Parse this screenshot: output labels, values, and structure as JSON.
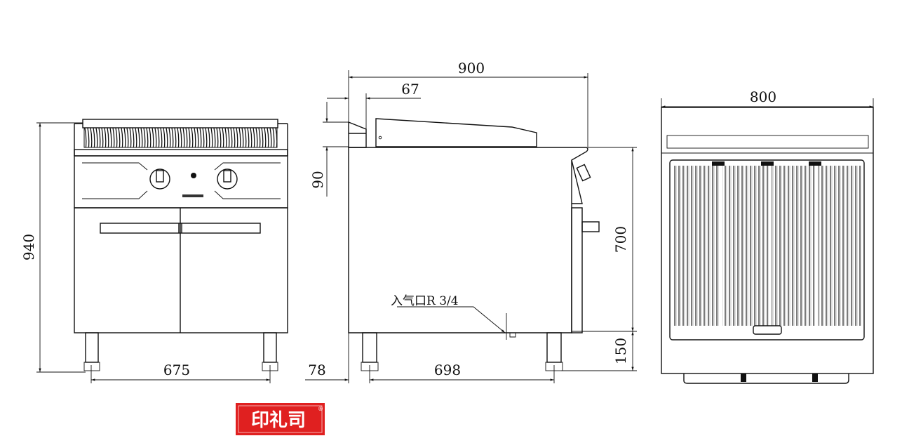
{
  "front_view": {
    "height_dim": "940",
    "leg_span_dim": "675"
  },
  "side_view": {
    "depth_dim": "900",
    "top_offset_dim": "67",
    "top_height_dim": "90",
    "body_height_dim": "700",
    "leg_height_dim": "150",
    "front_offset_dim": "78",
    "leg_span_dim": "698",
    "gas_inlet_note": "入气口R 3/4"
  },
  "top_view": {
    "width_dim": "800"
  },
  "logo": {
    "text": "印礼司",
    "color": "#e02020"
  }
}
